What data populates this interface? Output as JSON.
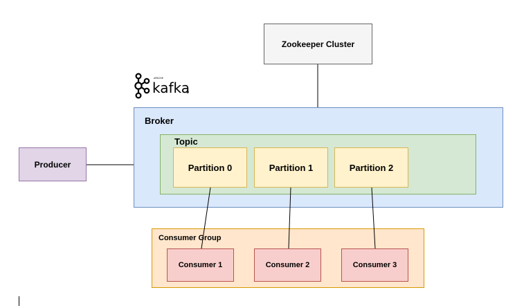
{
  "zookeeper": {
    "label": "Zookeeper Cluster"
  },
  "logo": {
    "small_text": "APACHE",
    "brand_text": "kafka"
  },
  "producer": {
    "label": "Producer"
  },
  "broker": {
    "label": "Broker"
  },
  "topic": {
    "label": "Topic"
  },
  "partitions": [
    {
      "label": "Partition 0"
    },
    {
      "label": "Partition 1"
    },
    {
      "label": "Partition 2"
    }
  ],
  "consumer_group": {
    "label": "Consumer Group"
  },
  "consumers": [
    {
      "label": "Consumer 1"
    },
    {
      "label": "Consumer 2"
    },
    {
      "label": "Consumer 3"
    }
  ],
  "colors": {
    "zookeeper_fill": "#f5f5f5",
    "producer_fill": "#e1d5e7",
    "broker_fill": "#dae8fc",
    "topic_fill": "#d5e8d4",
    "partition_fill": "#fff2cc",
    "consumer_group_fill": "#ffe6cc",
    "consumer_fill": "#f8cecc"
  },
  "icons": [
    "kafka-logo-icon",
    "text-cursor-icon"
  ]
}
